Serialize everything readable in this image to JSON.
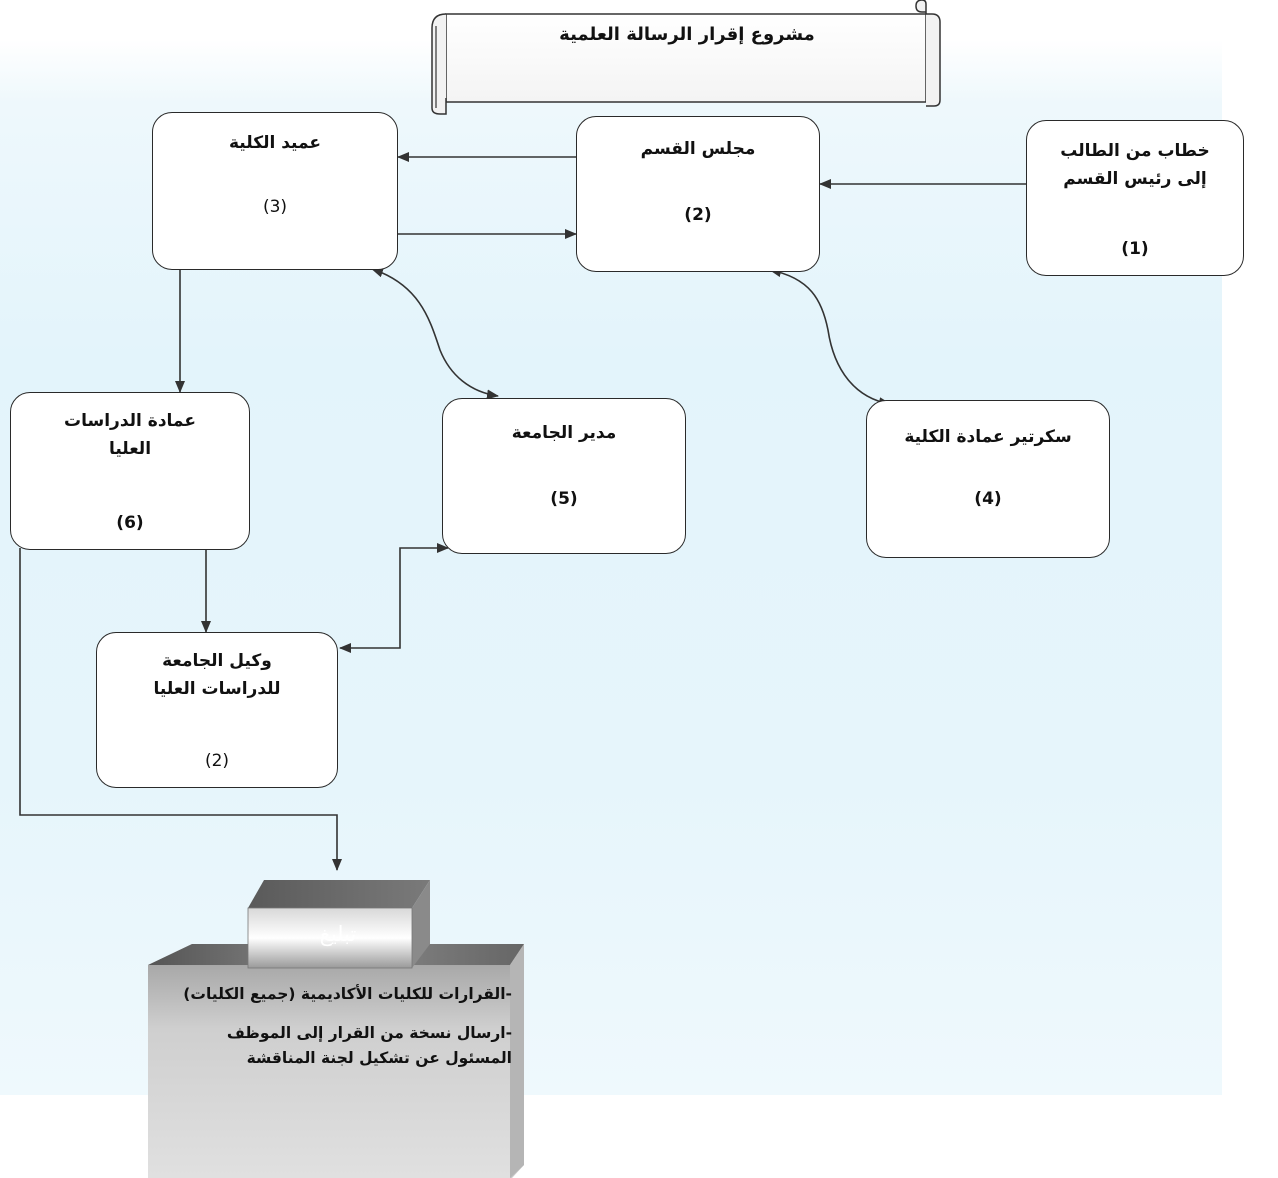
{
  "banner": {
    "title": "مشروع إقرار الرسالة العلمية"
  },
  "nodes": {
    "student_letter": {
      "title": "خطاب من الطالب\nإلى رئيس القسم",
      "number": "(1)"
    },
    "dept_council": {
      "title": "مجلس القسم",
      "number": "(2)"
    },
    "college_dean": {
      "title": "عميد الكلية",
      "number": "(3)"
    },
    "deanship_secretary": {
      "title": "سكرتير عمادة الكلية",
      "number": "(4)"
    },
    "university_director": {
      "title": "مدير الجامعة",
      "number": "(5)"
    },
    "graduate_deanship": {
      "title": "عمادة الدراسات\nالعليا",
      "number": "(6)"
    },
    "vice_rector": {
      "title": "وكيل الجامعة\nللدراسات العليا",
      "number": "(2)"
    }
  },
  "notification": {
    "label": "تبليغ",
    "items": [
      "-القرارات للكليات الأكاديمية (جميع الكليات)",
      "-ارسال نسخة من القرار إلى الموظف المسئول عن تشكيل لجنة المناقشة"
    ]
  },
  "colors": {
    "background": "#e3f4fb",
    "box_border": "#2a2a2a",
    "arrow": "#333333"
  }
}
